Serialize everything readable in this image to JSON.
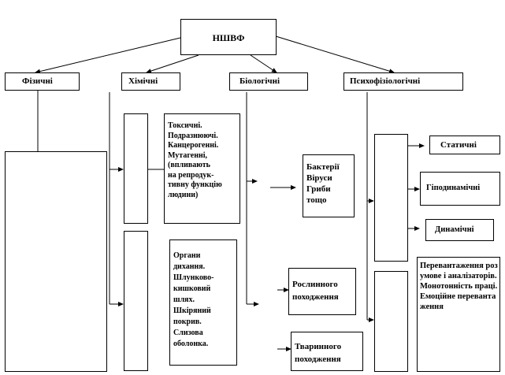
{
  "root": {
    "label": "НШВФ"
  },
  "categories": {
    "physical": "Фізичні",
    "chemical": "Хімічні",
    "biological": "Біологічні",
    "psychophysiological": "Психофізіологічні"
  },
  "chemical_effects": {
    "by_action": "Токсичні.\nПодразнюючі.\nКанцерогенні.\nМутагенні,\n(впливають\n на репродук-\nтивну функцію\nлюдини)",
    "by_route": "Органи\nдихання.\nШлунково-\nкишковий\nшлях.\nШкіряний\nпокрив.\nСлизова\nоболонка."
  },
  "biological_groups": {
    "microorganisms": "Бактерії\nВіруси\nГриби\nтощо",
    "plant": "Рослинного\nпоходження",
    "animal": "Тваринного\nпоходження"
  },
  "psycho_groups": {
    "static": "Статичні",
    "hypodynamic": "Гіподинамічні",
    "dynamic": "Динамічні",
    "overload": "Перевантаження розумове і аналізаторів.\nМонотонність праці.\nЕмоційне перевантаження"
  }
}
